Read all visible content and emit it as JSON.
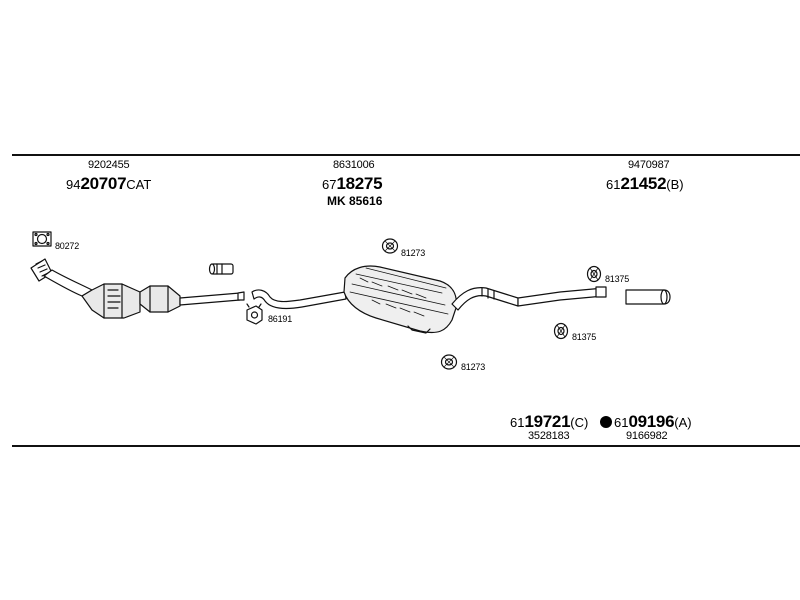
{
  "colors": {
    "line": "#111111",
    "part_fill": "#e9e9e9",
    "dot": "#000000"
  },
  "groups": [
    {
      "ref": "9202455",
      "prefix": "94",
      "code": "20707",
      "suffix": "CAT"
    },
    {
      "ref": "8631006",
      "prefix": "67",
      "code": "18275",
      "suffix": "",
      "kit": "MK 85616"
    },
    {
      "ref": "9470987",
      "prefix": "61",
      "code": "21452",
      "suffix": "(B)"
    }
  ],
  "parts": [
    {
      "id": "gasket-front",
      "label": "80272",
      "icon": "gasket-icon"
    },
    {
      "id": "clamp-catalyst",
      "label": "86191",
      "icon": "clamp-icon"
    },
    {
      "id": "hanger-upper",
      "label": "81273",
      "icon": "rubber-hanger-icon"
    },
    {
      "id": "hanger-lower",
      "label": "81273",
      "icon": "rubber-hanger-icon"
    },
    {
      "id": "hanger-rear-upper",
      "label": "81375",
      "icon": "rubber-hanger-icon"
    },
    {
      "id": "hanger-rear-lower",
      "label": "81375",
      "icon": "rubber-hanger-icon"
    }
  ],
  "bottom": [
    {
      "prefix": "61",
      "code": "19721",
      "suffix": "(C)",
      "ref": "3528183"
    },
    {
      "prefix": "61",
      "code": "09196",
      "suffix": "(A)",
      "ref": "9166982",
      "dot": "filled-dot-icon"
    }
  ]
}
